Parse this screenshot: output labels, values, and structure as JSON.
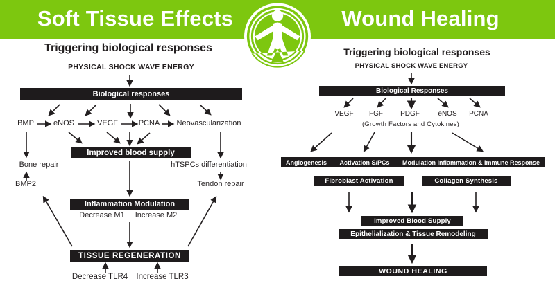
{
  "colors": {
    "brand_green": "#7dc70f",
    "bar_black": "#1e1b1c",
    "text": "#231f20"
  },
  "header": {
    "left_title": "Soft Tissue Effects",
    "right_title": "Wound Healing"
  },
  "left": {
    "subtitle": "Triggering biological responses",
    "source": "PHYSICAL SHOCK WAVE ENERGY",
    "bar_biological": "Biological responses",
    "row": [
      "BMP",
      "eNOS",
      "VEGF",
      "PCNA",
      "Neovascularization"
    ],
    "bar_blood": "Improved blood supply",
    "bone_repair": "Bone repair",
    "htspcs": "hTSPCs differentiation",
    "bmp2": "BMP2",
    "tendon_repair": "Tendon repair",
    "bar_inflammation": "Inflammation Modulation",
    "decrease_m1": "Decrease M1",
    "increase_m2": "Increase M2",
    "bar_regeneration": "TISSUE REGENERATION",
    "decrease_tlr4": "Decrease TLR4",
    "increase_tlr3": "Increase TLR3"
  },
  "right": {
    "subtitle": "Triggering biological responses",
    "source": "PHYSICAL SHOCK WAVE ENERGY",
    "bar_biological": "Biological Responses",
    "row": [
      "VEGF",
      "FGF",
      "PDGF",
      "eNOS",
      "PCNA"
    ],
    "row_caption": "(Growth Factors and Cytokines)",
    "bar_angiogenesis": "Angiogenesis",
    "bar_activation": "Activation S/PCs",
    "bar_modulation": "Modulation Inflammation & Immune Response",
    "bar_fibroblast": "Fibroblast Activation",
    "bar_collagen": "Collagen Synthesis",
    "bar_blood": "Improved Blood Supply",
    "bar_epithelialization": "Epithelialization & Tissue Remodeling",
    "bar_wound": "WOUND HEALING"
  }
}
